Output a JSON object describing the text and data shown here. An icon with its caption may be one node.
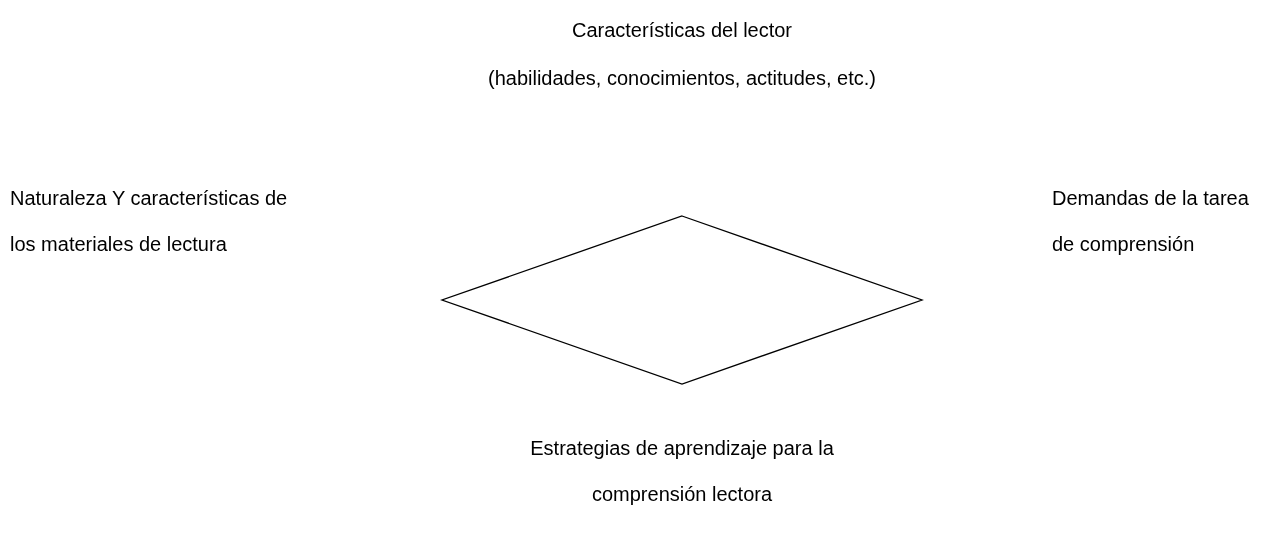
{
  "diagram": {
    "nodes": [
      {
        "text": [],
        "shape": "diamond"
      }
    ],
    "labels": [
      "Características del lector",
      "(habilidades, conocimientos, actitudes, etc.)",
      "Naturaleza Y características de los materiales de lectura",
      "Demandas de la tarea de comprensión",
      "Estrategias de aprendizaje para la comprensión lectora"
    ]
  }
}
